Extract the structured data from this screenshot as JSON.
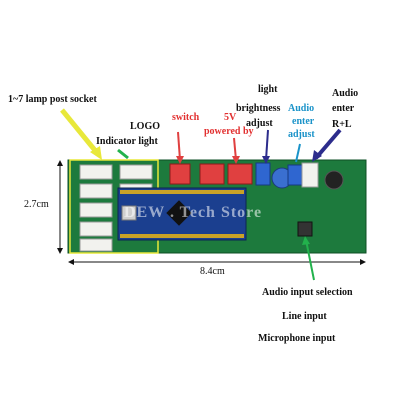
{
  "labels": {
    "lamp_socket": "1~7 lamp post socket",
    "logo": "LOGO",
    "indicator": "Indicator light",
    "switch": "switch",
    "powered": "5V powered by",
    "light_adjust_1": "light",
    "light_adjust_2": "brightness",
    "light_adjust_3": "adjust",
    "audio_adjust_1": "Audio",
    "audio_adjust_2": "enter",
    "audio_adjust_3": "adjust",
    "audio_enter_1": "Audio",
    "audio_enter_2": "enter",
    "audio_enter_3": "R+L",
    "audio_sel": "Audio input selection",
    "line_input": "Line input",
    "mic_input": "Microphone input"
  },
  "dimensions": {
    "height": "2.7cm",
    "width": "8.4cm"
  },
  "watermark": "DEW . Tech Store",
  "colors": {
    "board": "#1d7a3d",
    "arduino": "#1b3f8f",
    "label_red": "#e23030",
    "label_blue": "#1a93c9",
    "arrow_green": "#22b24c",
    "arrow_yellow": "#e8e83a",
    "arrow_navy": "#2c2c8c"
  }
}
